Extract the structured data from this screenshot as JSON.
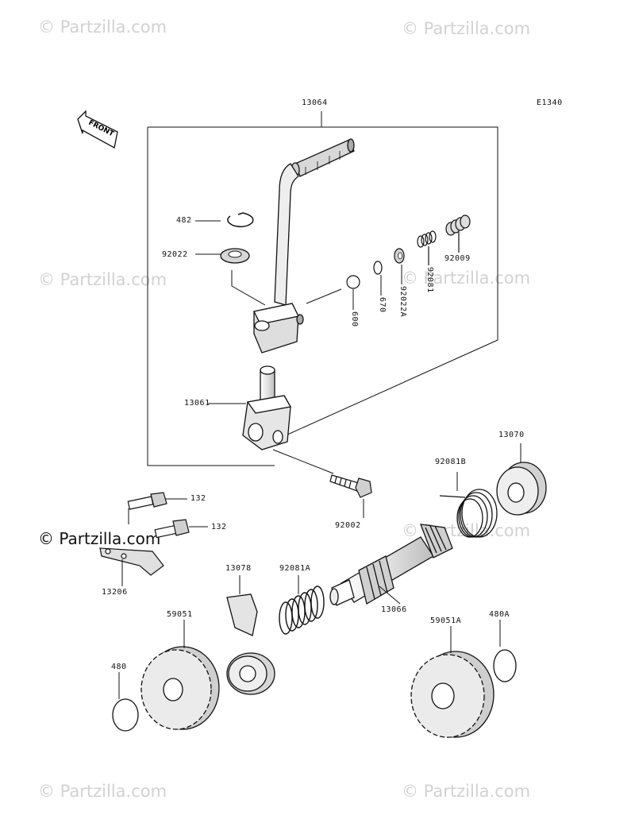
{
  "diagram_code": "E1340",
  "front_label": "FRONT",
  "watermarks": {
    "text": "© Partzilla.com",
    "big_text": "© Partzilla.com"
  },
  "parts": {
    "p13064": "13064",
    "p482": "482",
    "p92022": "92022",
    "p600": "600",
    "p670": "670",
    "p92022A": "92022A",
    "p92081": "92081",
    "p92009": "92009",
    "p13061": "13061",
    "p92002": "92002",
    "p132a": "132",
    "p132b": "132",
    "p13206": "13206",
    "p13078": "13078",
    "p92081A": "92081A",
    "p13066": "13066",
    "p92081B": "92081B",
    "p13070": "13070",
    "p59051": "59051",
    "p480": "480",
    "p59051A": "59051A",
    "p480A": "480A"
  },
  "colors": {
    "line": "#111111",
    "part_fill": "#e8e8e8",
    "watermark": "#d2d2d2"
  }
}
